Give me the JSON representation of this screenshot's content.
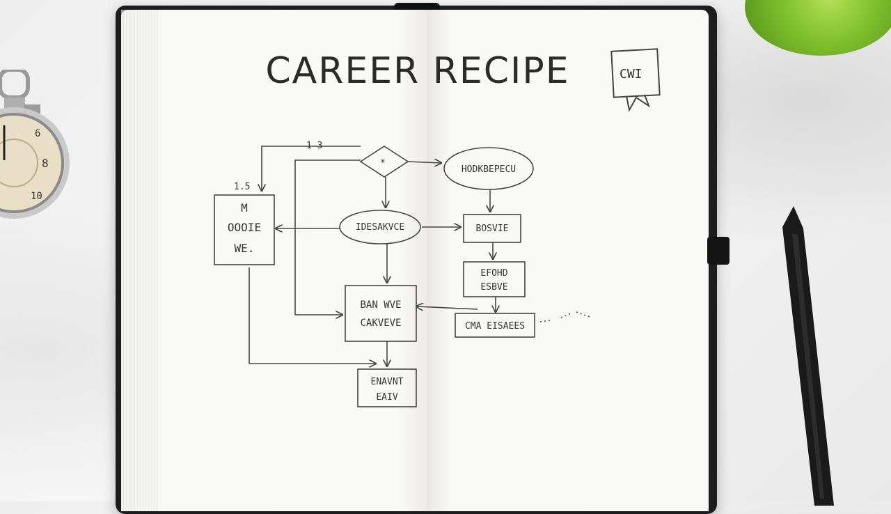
{
  "title": "CAREER RECIPE",
  "sign_label": "CWI",
  "flowchart": {
    "top_label": "1 3",
    "side_label": "1.5",
    "decision_label": "*",
    "nodes": {
      "top_right_oval": "HODKBEPECU",
      "left_box_line1": "M",
      "left_box_line2": "OOOIE",
      "left_box_line3": "WE.",
      "center_oval": "IDESAKVCE",
      "right_box_1": "BOSVIE",
      "right_box_2_line1": "EFOHD",
      "right_box_2_line2": "ESBVE",
      "center_box_line1": "BAN WVE",
      "center_box_line2": "CAKVEVE",
      "right_box_3": "CMA EISAEES",
      "bottom_box_line1": "ENAVNT",
      "bottom_box_line2": "EAIV"
    }
  },
  "colors": {
    "ink": "#333333",
    "cover": "#1d1d1f",
    "paper": "#f8f8f6",
    "apple": "#7fbf2c"
  }
}
